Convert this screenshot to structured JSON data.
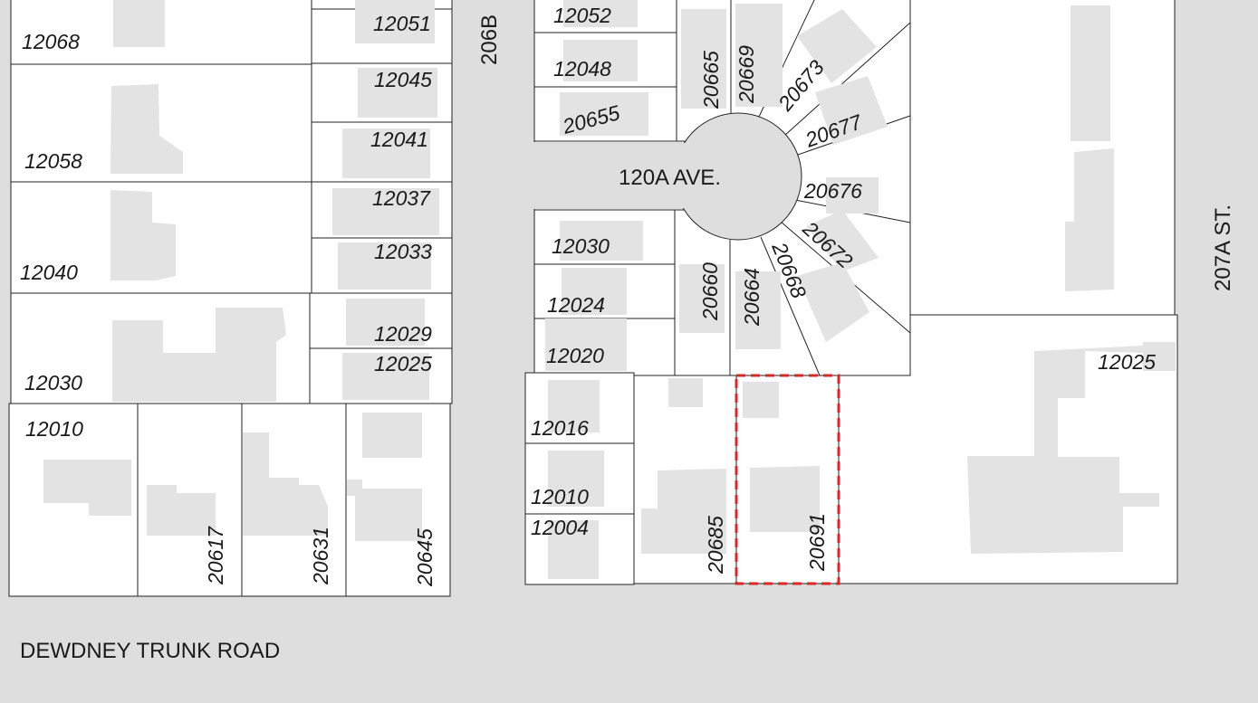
{
  "streets": {
    "main_road": "DEWDNEY TRUNK ROAD",
    "cul_de_sac": "120A AVE.",
    "east_street": "207A ST.",
    "west_street": "206B"
  },
  "lots": {
    "w_12068": "12068",
    "w_12051": "12051",
    "w_12045": "12045",
    "w_12058": "12058",
    "w_12041": "12041",
    "w_12037": "12037",
    "w_12040": "12040",
    "w_12033": "12033",
    "w_12029": "12029",
    "w_12030": "12030",
    "w_12025": "12025",
    "w_12010": "12010",
    "w_20617": "20617",
    "w_20631": "20631",
    "w_20645": "20645",
    "c_12052": "12052",
    "c_12048": "12048",
    "c_20655": "20655",
    "c_20665": "20665",
    "c_20669": "20669",
    "c_20673": "20673",
    "c_20677": "20677",
    "c_20676": "20676",
    "c_20672": "20672",
    "c_20668": "20668",
    "c_20664": "20664",
    "c_20660": "20660",
    "c_12030": "12030",
    "c_12024": "12024",
    "c_12020": "12020",
    "c_12016": "12016",
    "c_12010": "12010",
    "c_12004": "12004",
    "c_20685": "20685",
    "c_20691": "20691",
    "e_12025": "12025"
  },
  "colors": {
    "road": "#dedede",
    "lot_fill": "#ffffff",
    "building": "#e3e3e3",
    "subject_outline": "#d42a2a"
  },
  "subject_property": "20691"
}
